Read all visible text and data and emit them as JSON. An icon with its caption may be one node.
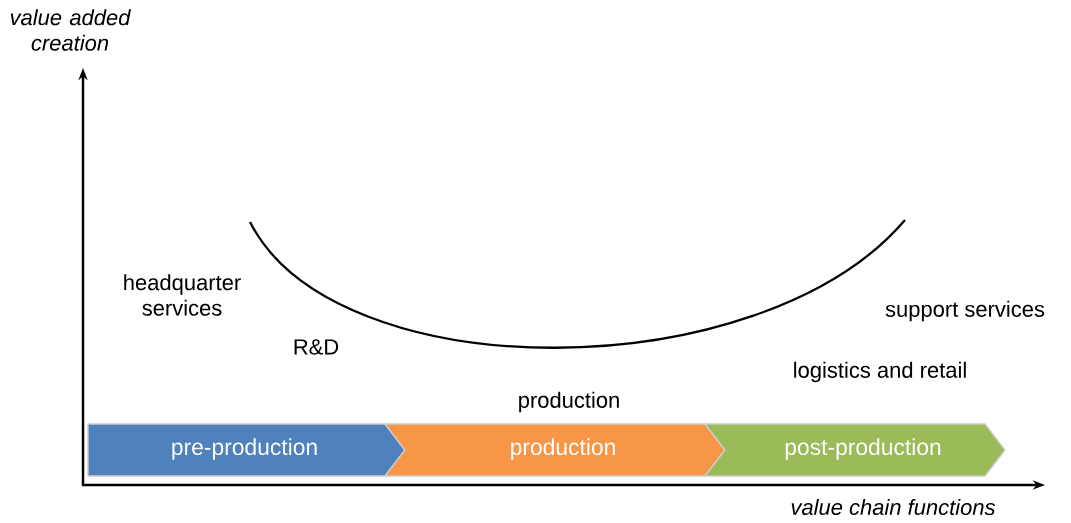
{
  "diagram": {
    "nodes": [
      {
        "text": [
          "pre-production"
        ]
      },
      {
        "text": [
          "production"
        ]
      },
      {
        "text": [
          "post-production"
        ]
      }
    ],
    "labels": [
      "value added creation",
      "headquarter services",
      "support services",
      "R&D",
      "logistics and retail",
      "production",
      "value chain functions"
    ]
  }
}
